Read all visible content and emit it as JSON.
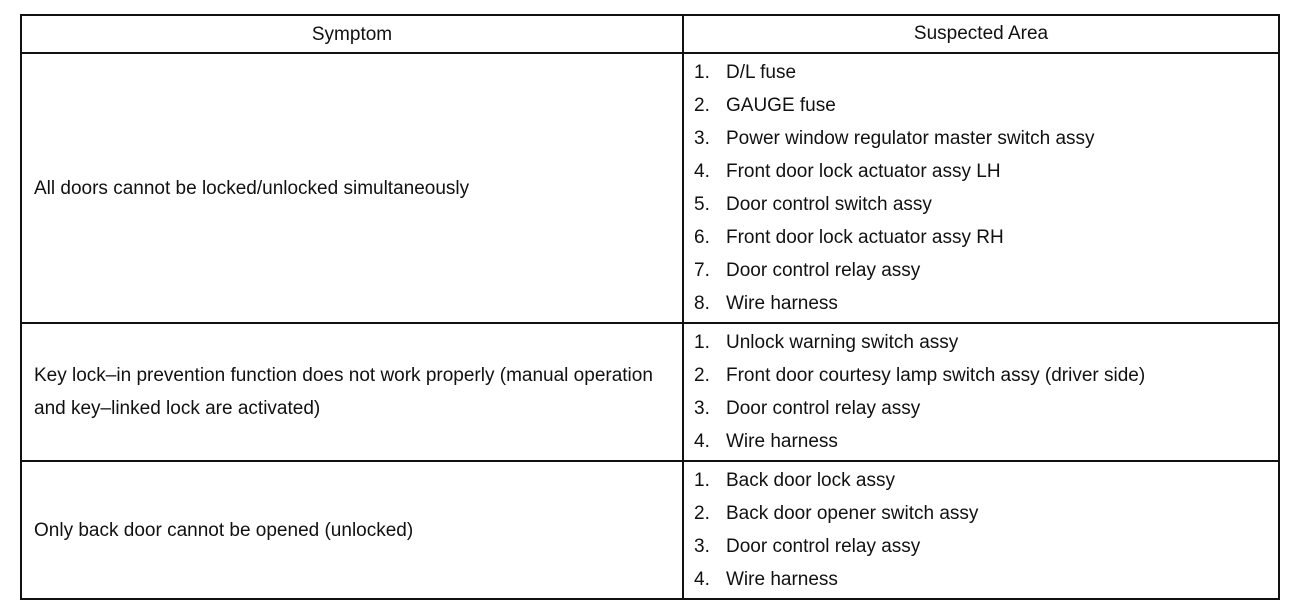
{
  "table": {
    "headers": {
      "symptom": "Symptom",
      "suspected_area": "Suspected Area"
    },
    "rows": [
      {
        "symptom": "All doors cannot be locked/unlocked simultaneously",
        "areas": [
          {
            "num": "1.",
            "text": "D/L fuse"
          },
          {
            "num": "2.",
            "text": "GAUGE fuse"
          },
          {
            "num": "3.",
            "text": "Power window regulator master switch assy"
          },
          {
            "num": "4.",
            "text": "Front door lock actuator assy LH"
          },
          {
            "num": "5.",
            "text": "Door control switch assy"
          },
          {
            "num": "6.",
            "text": "Front door lock actuator assy RH"
          },
          {
            "num": "7.",
            "text": "Door control relay assy"
          },
          {
            "num": "8.",
            "text": "Wire harness"
          }
        ]
      },
      {
        "symptom": "Key lock–in prevention function does not work properly (manual operation and key–linked lock are activated)",
        "areas": [
          {
            "num": "1.",
            "text": "Unlock warning switch assy"
          },
          {
            "num": "2.",
            "text": "Front door courtesy lamp switch assy (driver side)"
          },
          {
            "num": "3.",
            "text": "Door control relay assy"
          },
          {
            "num": "4.",
            "text": "Wire harness"
          }
        ]
      },
      {
        "symptom": "Only back door cannot be opened (unlocked)",
        "areas": [
          {
            "num": "1.",
            "text": "Back door lock assy"
          },
          {
            "num": "2.",
            "text": "Back door opener switch assy"
          },
          {
            "num": "3.",
            "text": "Door control relay assy"
          },
          {
            "num": "4.",
            "text": "Wire harness"
          }
        ]
      }
    ]
  }
}
